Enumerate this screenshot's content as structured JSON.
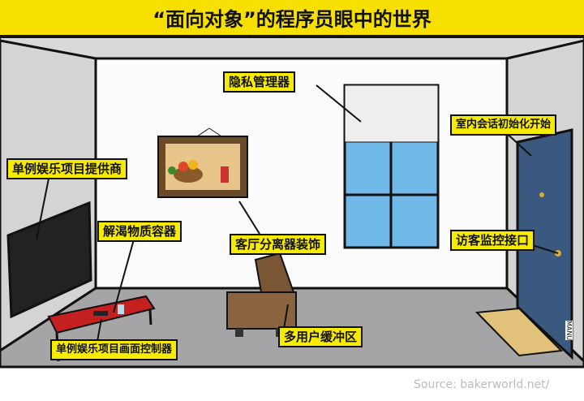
{
  "title": "“面向对象”的程序员眼中的世界",
  "labels": {
    "privacy_manager": "隐私管理器",
    "session_init": "室内会话初始化开始",
    "singleton_provider": "单例娱乐项目提供商",
    "thirst_container": "解渴物质容器",
    "living_room_decor": "客厅分离器装饰",
    "visitor_interface": "访客监控接口",
    "multiuser_buffer": "多用户缓冲区",
    "singleton_controller": "单例娱乐项目画面控制器"
  },
  "signature": "MANU",
  "watermark": "Source: bakerworld.net/"
}
